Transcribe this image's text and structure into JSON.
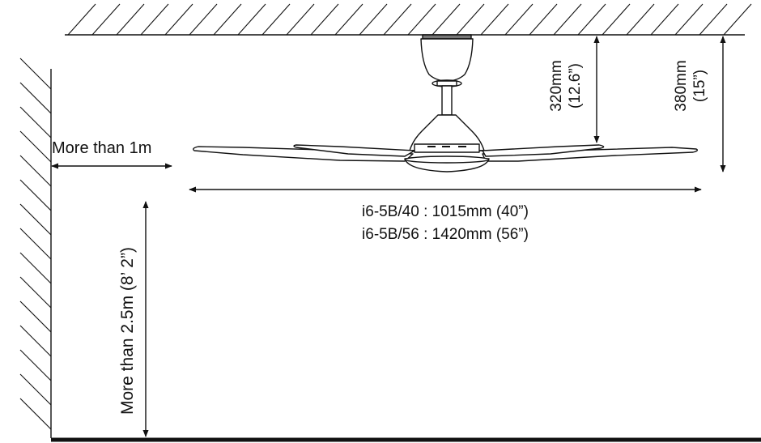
{
  "labels": {
    "side_clearance": "More than 1m",
    "floor_clearance": "More than 2.5m (8’ 2”)",
    "drop_short": "320mm",
    "drop_short_inch": "(12.6”)",
    "drop_long": "380mm",
    "drop_long_inch": "(15”)",
    "sweep_40": "i6-5B/40 : 1015mm (40”)",
    "sweep_56": "i6-5B/56 : 1420mm (56”)"
  },
  "colors": {
    "line": "#111111",
    "background": "#ffffff"
  }
}
